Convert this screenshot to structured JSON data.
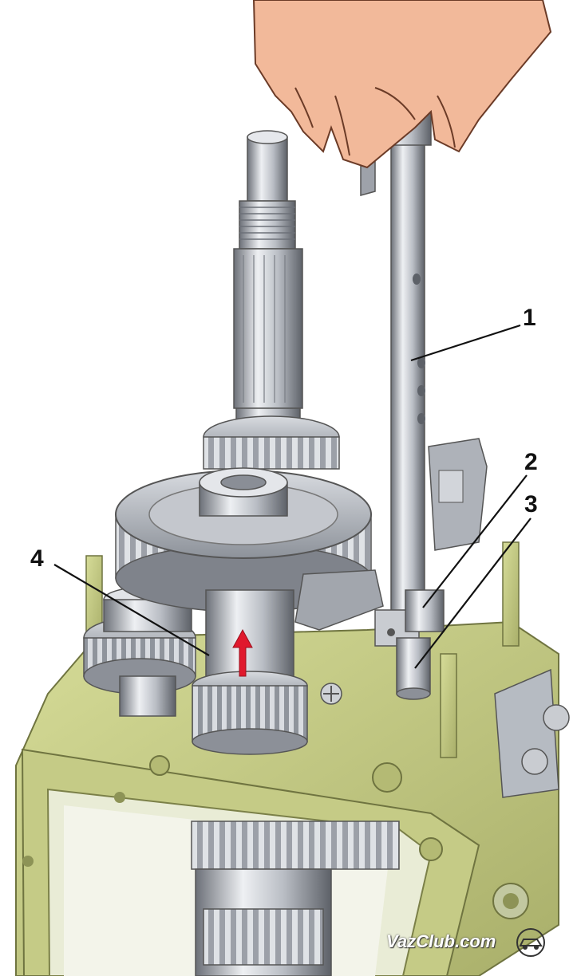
{
  "callouts": {
    "one": "1",
    "two": "2",
    "three": "3",
    "four": "4"
  },
  "watermark": {
    "text": "VazClub.com",
    "logo": "car-circle-logo"
  },
  "colors": {
    "housing": "#c9cf8a",
    "housing_dark": "#9aa05e",
    "steel_light": "#e6e8ec",
    "steel_mid": "#a7abb3",
    "steel_dark": "#6c7078",
    "skin": "#f2b99a",
    "arrow": "#e0192d",
    "leader": "#111111"
  }
}
